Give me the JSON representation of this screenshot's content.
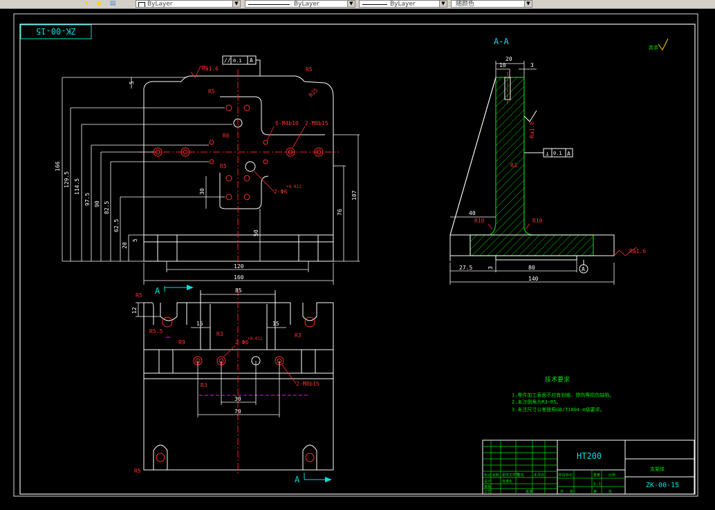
{
  "toolbar": {
    "linetype_value": "ByLayer",
    "lineweight_value": "ByLayer",
    "plotstyle_value": "ByLayer",
    "color_value": "随颜色"
  },
  "drawing": {
    "drawing_number_box": "ZK-00-15",
    "section_title": "A-A",
    "view_arrow_label_1": "A",
    "view_arrow_label_2": "A",
    "roughness_corner": "其余",
    "tolerances": {
      "parallel": "0.1",
      "parallel_datum": "A",
      "perpendicular": "0.1",
      "perpendicular_datum": "A",
      "datum_symbol": "A"
    },
    "front_view": {
      "ra_top": "Ra1.6",
      "r5_top": "R5",
      "r5_left": "R5",
      "r6": "R6",
      "r15": "R15",
      "r5_mid": "R5",
      "thread_label_1": "6-M4b10",
      "thread_label_2": "2-M8b15",
      "hole_label": "2-Φ6",
      "hole_tol": "+0.012",
      "dims_vertical": [
        "166",
        "129.5",
        "114.5",
        "97.5",
        "90",
        "82.5",
        "62.5",
        "20"
      ],
      "dim_5_top": "5",
      "dim_5_bottom": "5",
      "dim_30": "30",
      "dim_50": "50",
      "dim_76": "76",
      "dim_107": "107",
      "dim_120": "120",
      "dim_160": "160"
    },
    "top_view": {
      "dim_85": "85",
      "dim_15_left": "15",
      "dim_15_right": "15",
      "dim_12": "12",
      "r5": "R5",
      "r5_5": "R5.5",
      "r9": "R9",
      "r3_1": "R3",
      "r3_2": "R3",
      "r3_3": "R3",
      "r5_bottom": "R5",
      "hole_label": "2-Φ6",
      "hole_tol": "+0.012",
      "thread_label": "2-M8b15",
      "dim_30": "30",
      "dim_70": "70"
    },
    "section_view": {
      "dim_20": "20",
      "dim_10": "10",
      "dim_3_top": "3",
      "ra_side": "Ra1.6",
      "r3": "R3",
      "dim_40": "40",
      "r10_left": "R10",
      "r10_right": "R10",
      "ra_right": "Ra1.6",
      "dim_27_5": "27.5",
      "dim_3_bottom": "3",
      "dim_80": "80",
      "dim_140": "140"
    },
    "notes": {
      "title": "技术要求",
      "line1": "1.零件加工表面不应有划痕、擦伤等损伤缺陷。",
      "line2": "2.未注倒角为R3~R5。",
      "line3": "3.未注尺寸公差按照GB/T1804-m级要求。"
    },
    "title_block": {
      "material": "HT200",
      "part_name": "支架体",
      "drawing_number": "ZK-00-15",
      "scale": "1:1",
      "cells": [
        "标记",
        "处数",
        "更改文件号",
        "签名",
        "年月日",
        "设计",
        "标准化",
        "审核",
        "工艺",
        "批准",
        "阶段标记",
        "重量",
        "比例",
        "共",
        "张",
        "第",
        "张"
      ]
    }
  }
}
